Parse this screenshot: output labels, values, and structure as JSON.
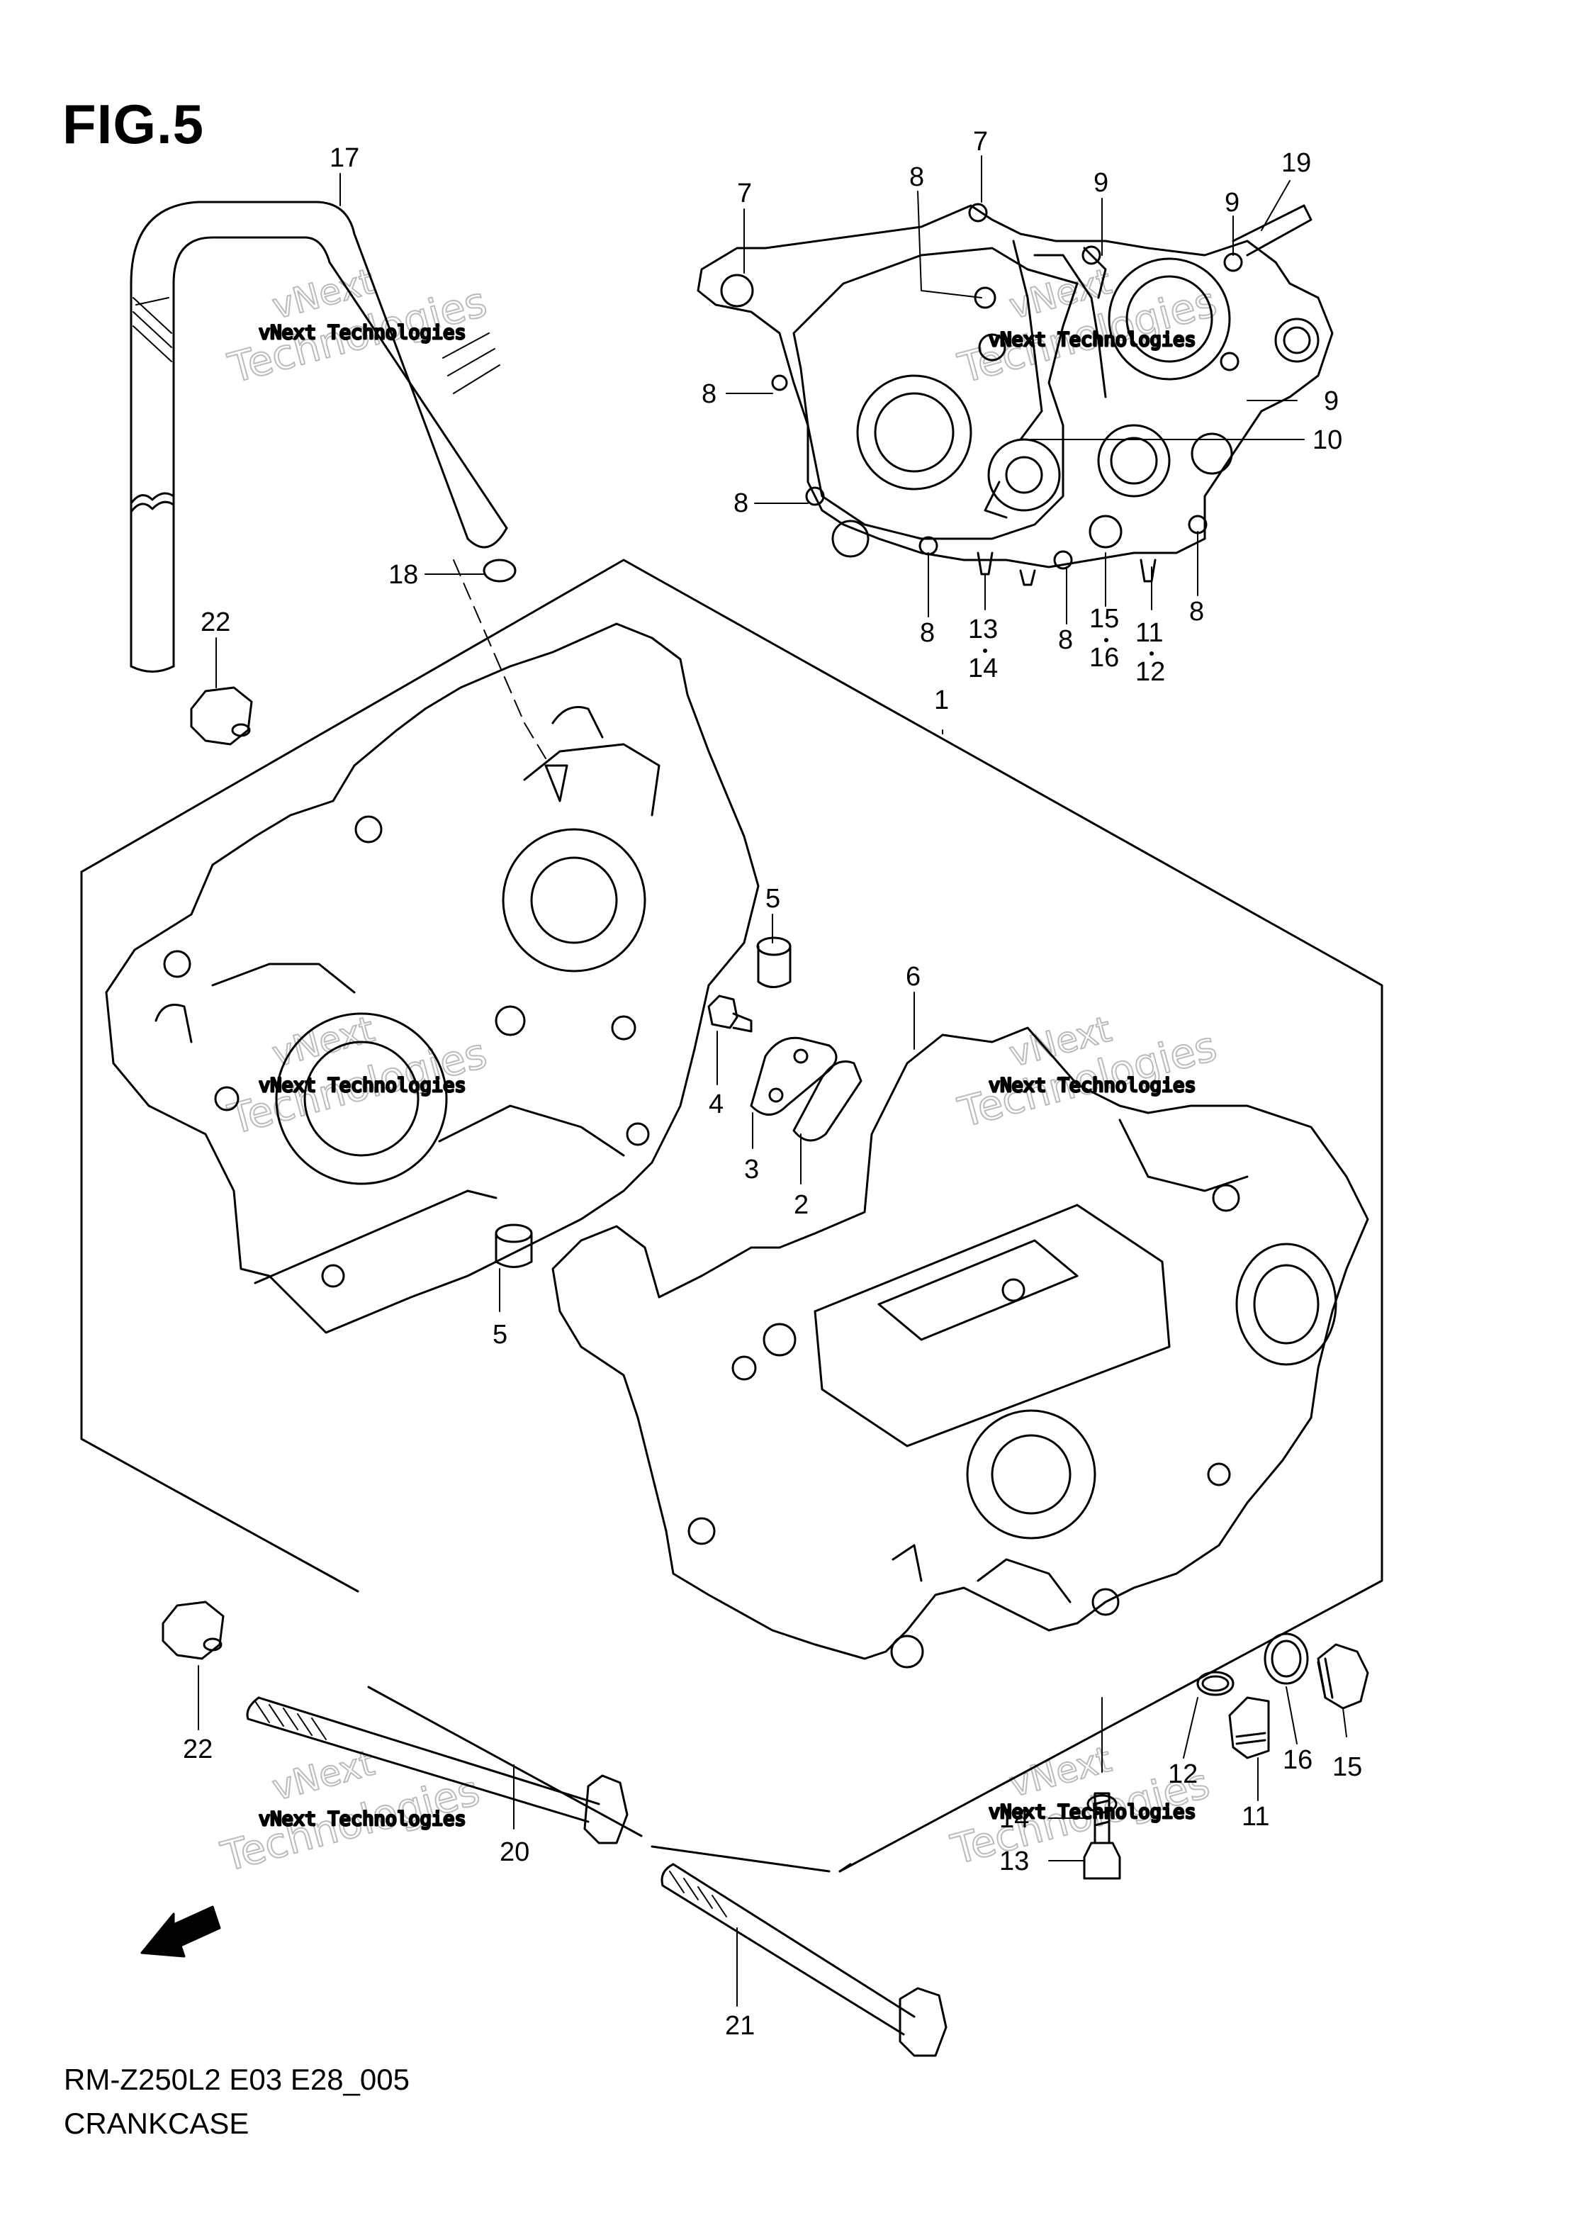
{
  "figure": {
    "title": "FIG.5",
    "model_code": "RM-Z250L2 E03 E28_005",
    "section_name": "CRANKCASE"
  },
  "watermark": {
    "line1": "vNext Technologies",
    "line2": "Technologies",
    "line3": "vNext"
  },
  "fwd_label": "FWD",
  "callouts": [
    {
      "id": "c17",
      "text": "17"
    },
    {
      "id": "c18",
      "text": "18"
    },
    {
      "id": "c22a",
      "text": "22"
    },
    {
      "id": "c22b",
      "text": "22"
    },
    {
      "id": "c20",
      "text": "20"
    },
    {
      "id": "c21",
      "text": "21"
    },
    {
      "id": "c1",
      "text": "1"
    },
    {
      "id": "c5a",
      "text": "5"
    },
    {
      "id": "c5b",
      "text": "5"
    },
    {
      "id": "c4",
      "text": "4"
    },
    {
      "id": "c3",
      "text": "3"
    },
    {
      "id": "c2",
      "text": "2"
    },
    {
      "id": "c6",
      "text": "6"
    },
    {
      "id": "c7a",
      "text": "7"
    },
    {
      "id": "c7b",
      "text": "7"
    },
    {
      "id": "c8a",
      "text": "8"
    },
    {
      "id": "c8b",
      "text": "8"
    },
    {
      "id": "c8c",
      "text": "8"
    },
    {
      "id": "c8d",
      "text": "8"
    },
    {
      "id": "c8e",
      "text": "8"
    },
    {
      "id": "c8f",
      "text": "8"
    },
    {
      "id": "c9a",
      "text": "9"
    },
    {
      "id": "c9b",
      "text": "9"
    },
    {
      "id": "c9c",
      "text": "9"
    },
    {
      "id": "c19",
      "text": "19"
    },
    {
      "id": "c10",
      "text": "10"
    },
    {
      "id": "c13a",
      "text": "13"
    },
    {
      "id": "c14a",
      "text": "14"
    },
    {
      "id": "c15a",
      "text": "15"
    },
    {
      "id": "c16a",
      "text": "16"
    },
    {
      "id": "c11a",
      "text": "11"
    },
    {
      "id": "c12a",
      "text": "12"
    },
    {
      "id": "c12b",
      "text": "12"
    },
    {
      "id": "c16b",
      "text": "16"
    },
    {
      "id": "c15b",
      "text": "15"
    },
    {
      "id": "c11b",
      "text": "11"
    },
    {
      "id": "c14b",
      "text": "14"
    },
    {
      "id": "c13b",
      "text": "13"
    }
  ]
}
